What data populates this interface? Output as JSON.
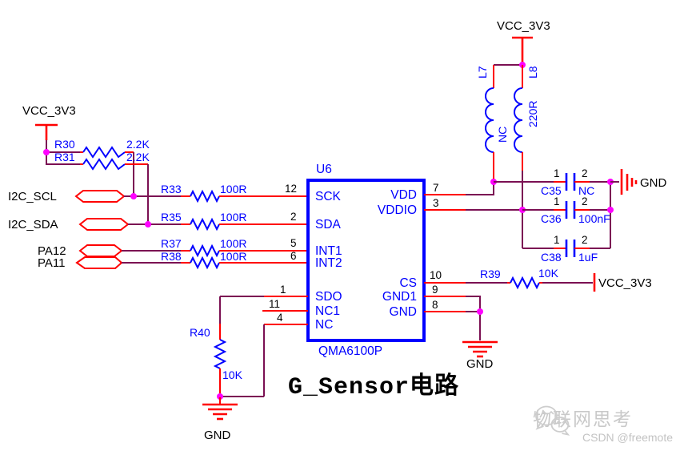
{
  "title": "G_Sensor电路",
  "nets": {
    "vcc": "VCC_3V3",
    "gnd": "GND"
  },
  "ports": [
    {
      "name": "I2C_SCL"
    },
    {
      "name": "I2C_SDA"
    },
    {
      "name": "PA12"
    },
    {
      "name": "PA11"
    }
  ],
  "ic": {
    "ref": "U6",
    "part": "QMA6100P",
    "left_pins": [
      {
        "no": "12",
        "name": "SCK"
      },
      {
        "no": "2",
        "name": "SDA"
      },
      {
        "no": "5",
        "name": "INT1"
      },
      {
        "no": "6",
        "name": "INT2"
      },
      {
        "no": "1",
        "name": "SDO"
      },
      {
        "no": "11",
        "name": "NC1"
      },
      {
        "no": "4",
        "name": "NC"
      }
    ],
    "right_pins": [
      {
        "no": "7",
        "name": "VDD"
      },
      {
        "no": "3",
        "name": "VDDIO"
      },
      {
        "no": "10",
        "name": "CS"
      },
      {
        "no": "9",
        "name": "GND1"
      },
      {
        "no": "8",
        "name": "GND"
      }
    ]
  },
  "resistors": [
    {
      "ref": "R30",
      "value": "2.2K"
    },
    {
      "ref": "R31",
      "value": "2.2K"
    },
    {
      "ref": "R33",
      "value": "100R"
    },
    {
      "ref": "R35",
      "value": "100R"
    },
    {
      "ref": "R37",
      "value": "100R"
    },
    {
      "ref": "R38",
      "value": "100R"
    },
    {
      "ref": "R39",
      "value": "10K"
    },
    {
      "ref": "R40",
      "value": "10K"
    }
  ],
  "inductors": [
    {
      "ref": "L7",
      "value": "NC"
    },
    {
      "ref": "L8",
      "value": "220R"
    }
  ],
  "capacitors": [
    {
      "ref": "C35",
      "value": "NC"
    },
    {
      "ref": "C36",
      "value": "100nF"
    },
    {
      "ref": "C38",
      "value": "1uF"
    }
  ],
  "cap_pins": {
    "p1": "1",
    "p2": "2"
  },
  "watermark": {
    "brand": "物联网思考",
    "credit": "CSDN @freemote"
  },
  "colors": {
    "wire": "#7B1053",
    "pin_lead": "#FF0000",
    "component": "#0000FF",
    "junction": "#FF00FF",
    "power": "#FF0000",
    "text": "#000000",
    "watermark": "#C9C9C9"
  }
}
